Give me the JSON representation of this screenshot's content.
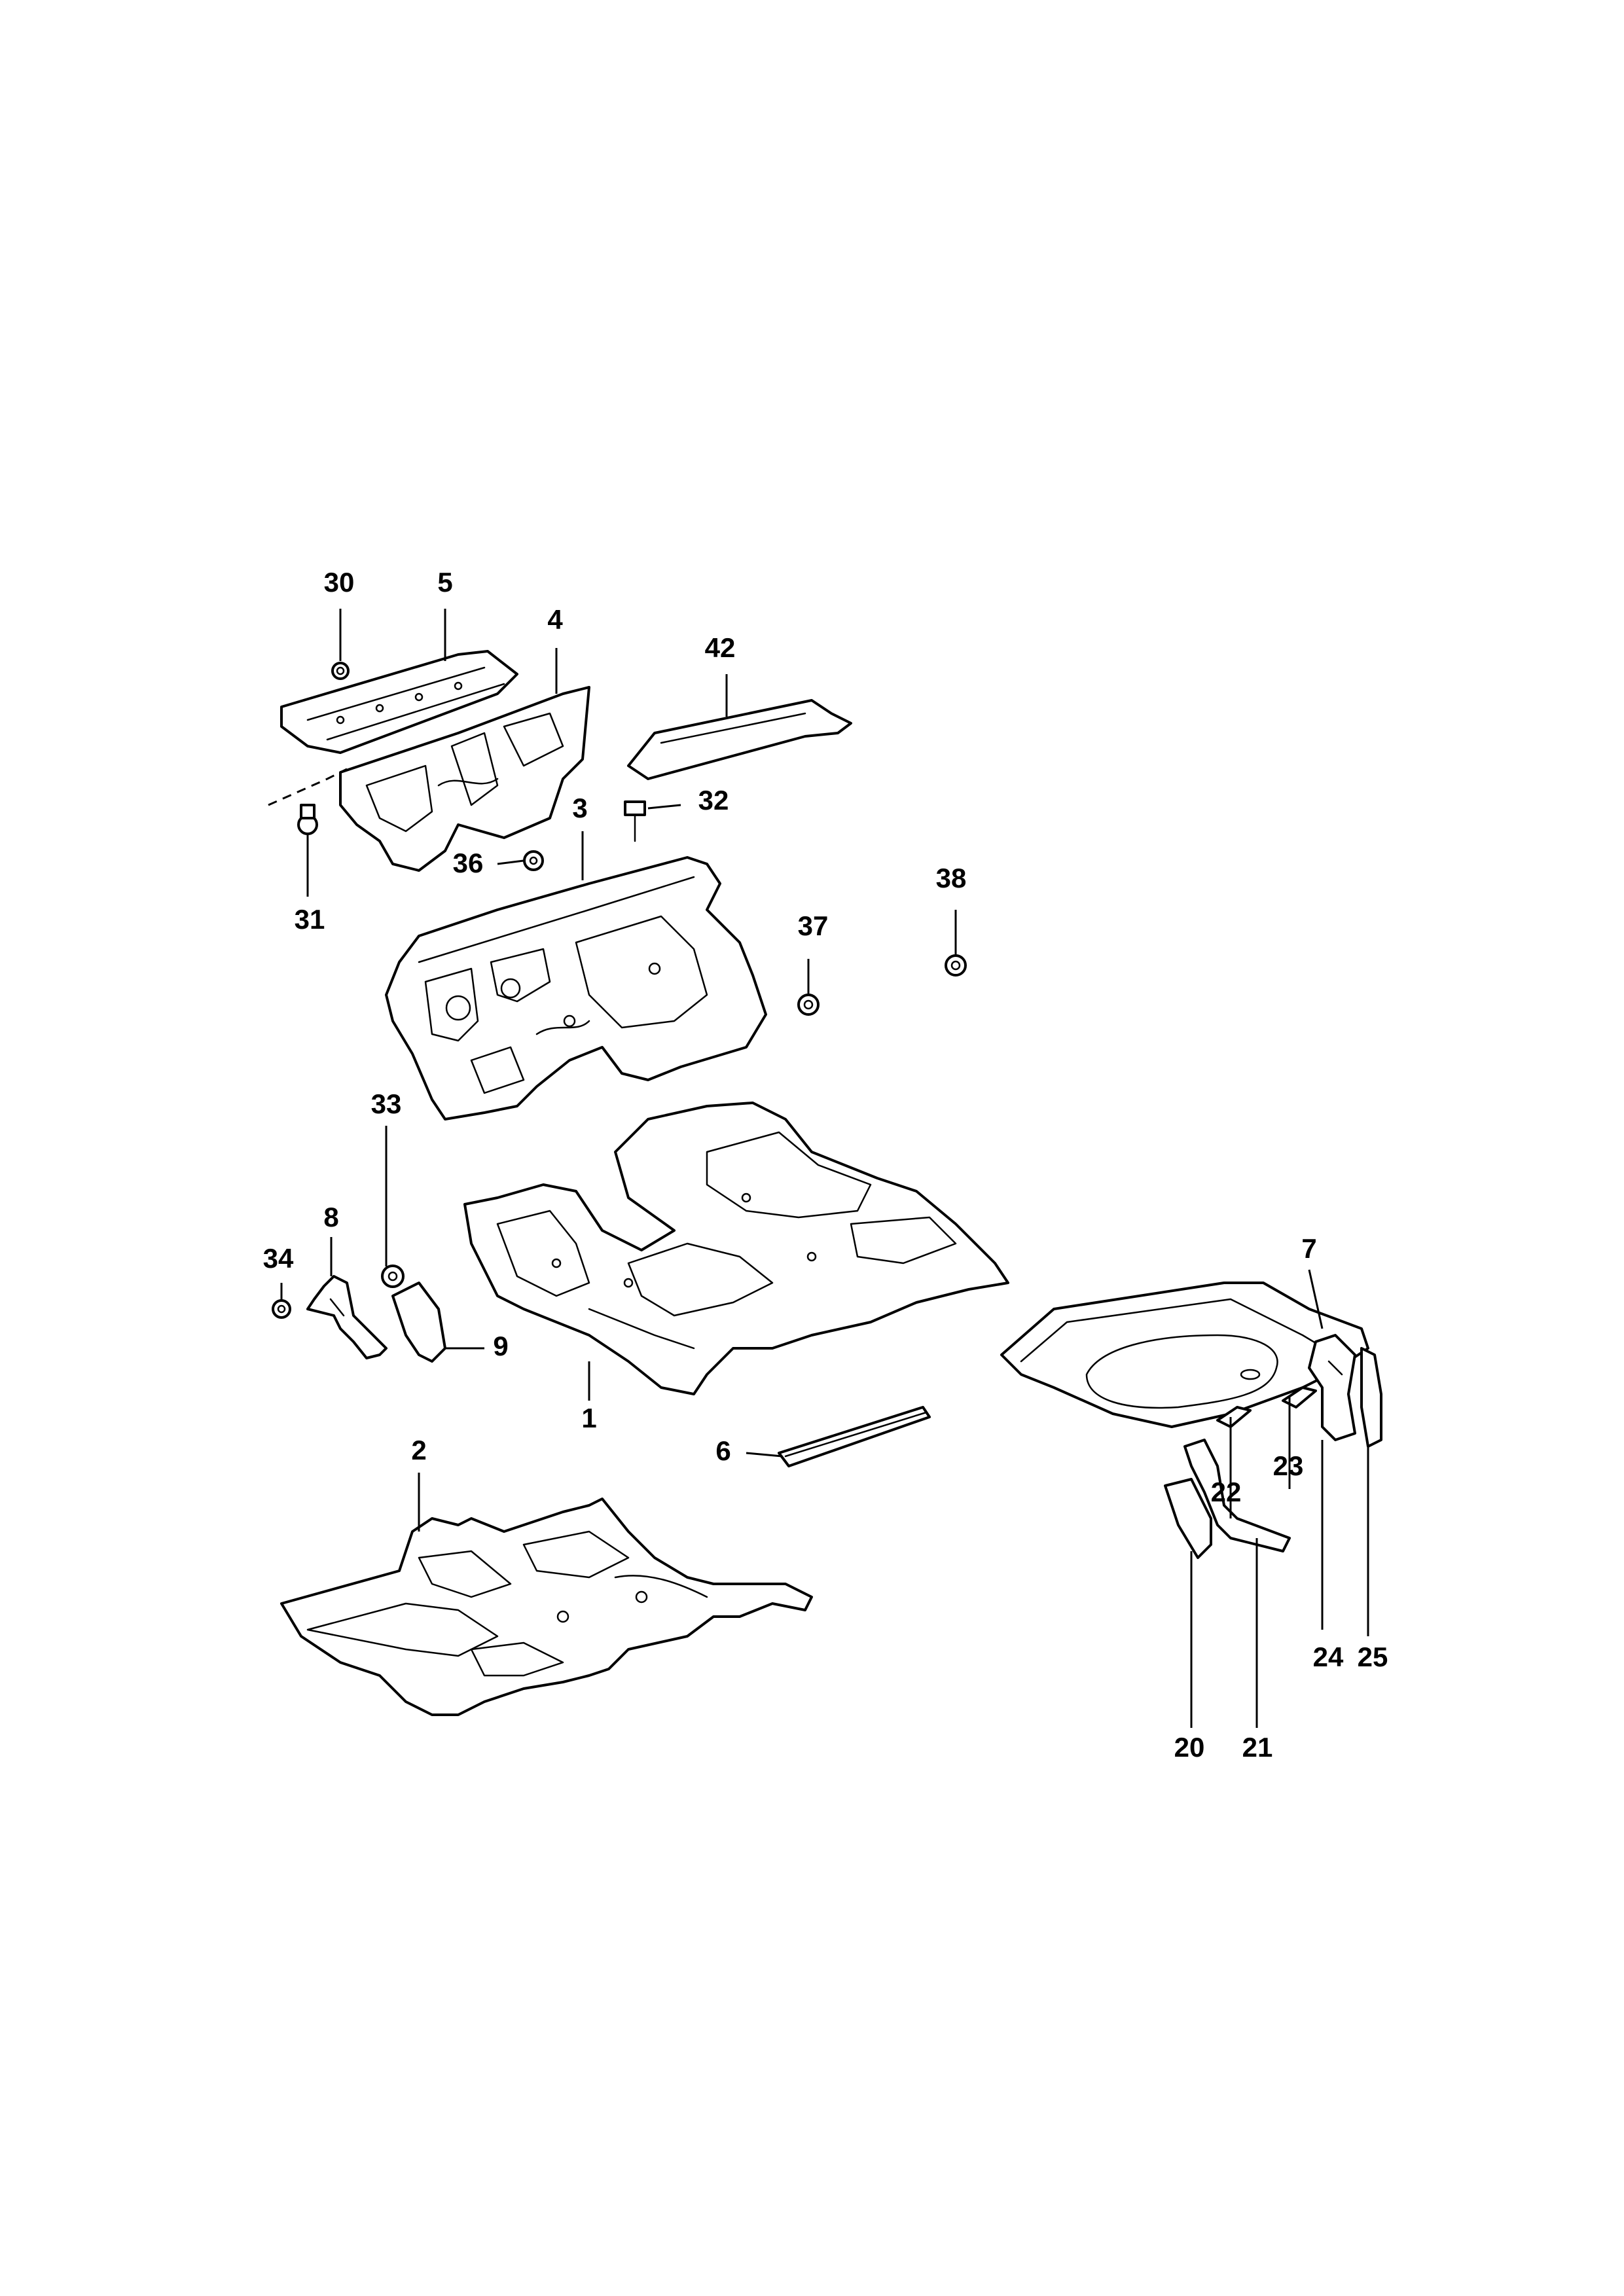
{
  "callouts": [
    {
      "id": "30",
      "text": "30"
    },
    {
      "id": "5",
      "text": "5"
    },
    {
      "id": "4",
      "text": "4"
    },
    {
      "id": "42",
      "text": "42"
    },
    {
      "id": "32",
      "text": "32"
    },
    {
      "id": "3",
      "text": "3"
    },
    {
      "id": "36",
      "text": "36"
    },
    {
      "id": "31",
      "text": "31"
    },
    {
      "id": "38",
      "text": "38"
    },
    {
      "id": "37",
      "text": "37"
    },
    {
      "id": "33",
      "text": "33"
    },
    {
      "id": "8",
      "text": "8"
    },
    {
      "id": "34",
      "text": "34"
    },
    {
      "id": "9",
      "text": "9"
    },
    {
      "id": "1",
      "text": "1"
    },
    {
      "id": "7",
      "text": "7"
    },
    {
      "id": "6",
      "text": "6"
    },
    {
      "id": "2",
      "text": "2"
    },
    {
      "id": "22",
      "text": "22"
    },
    {
      "id": "23",
      "text": "23"
    },
    {
      "id": "24",
      "text": "24"
    },
    {
      "id": "25",
      "text": "25"
    },
    {
      "id": "20",
      "text": "20"
    },
    {
      "id": "21",
      "text": "21"
    }
  ]
}
